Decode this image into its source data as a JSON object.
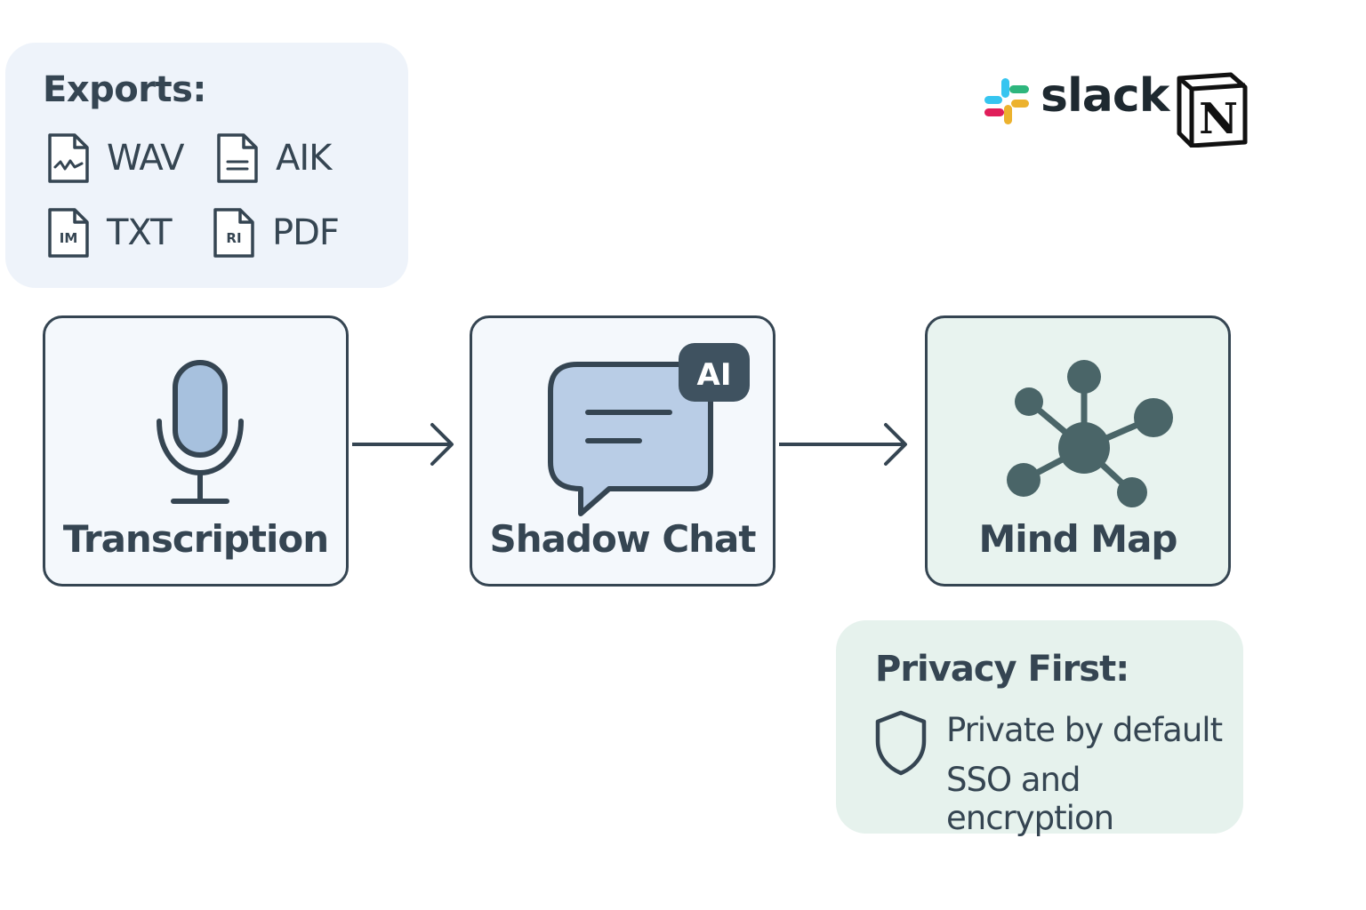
{
  "exports": {
    "title": "Exports:",
    "items": [
      {
        "label": "WAV",
        "icon": "audio-file-icon"
      },
      {
        "label": "AIK",
        "icon": "text-file-icon"
      },
      {
        "label": "TXT",
        "icon": "im-file-icon"
      },
      {
        "label": "PDF",
        "icon": "ri-file-icon"
      }
    ],
    "badge_im": "IM",
    "badge_ri": "RI"
  },
  "integrations": {
    "slack": "slack",
    "notion_glyph": "N"
  },
  "flow": {
    "steps": [
      {
        "label": "Transcription",
        "icon": "microphone-icon"
      },
      {
        "label": "Shadow Chat",
        "icon": "chat-bubble-icon",
        "badge": "AI"
      },
      {
        "label": "Mind Map",
        "icon": "network-icon"
      }
    ]
  },
  "privacy": {
    "title": "Privacy First:",
    "lines": [
      "Private by default",
      "SSO and encryption"
    ]
  },
  "colors": {
    "ink": "#354552",
    "exports_bg": "#eef3fa",
    "privacy_bg": "#e6f2ed",
    "mic_fill": "#a7c1de",
    "chat_fill": "#b9cde6",
    "network": "#4a6568"
  }
}
